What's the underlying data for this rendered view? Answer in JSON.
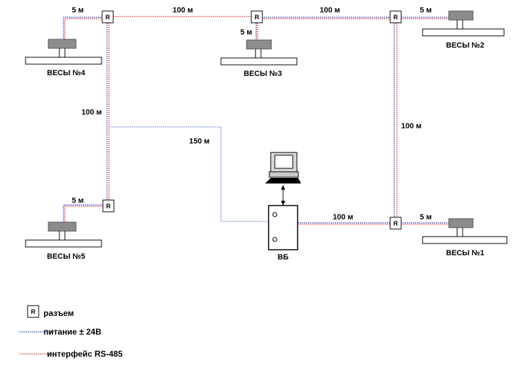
{
  "diagram": {
    "connector_letter": "R",
    "scales": {
      "s1": "ВЕСЫ №1",
      "s2": "ВЕСЫ №2",
      "s3": "ВЕСЫ №3",
      "s4": "ВЕСЫ №4",
      "s5": "ВЕСЫ №5"
    },
    "controller": "ВБ",
    "distances": {
      "top_left_stub": "5 м",
      "top_left_to_r3": "100 м",
      "r3_to_r2": "100 м",
      "r2_stub": "5 м",
      "r3_stub": "5 м",
      "left_vertical": "100 м",
      "branch_to_vb": "150 м",
      "right_vertical": "100 м",
      "vb_to_r1": "100 м",
      "r1_stub": "5 м",
      "r5_stub": "5 м"
    }
  },
  "legend": {
    "connector_letter": "R",
    "connector": "разъем",
    "power": "питание  ± 24В",
    "interface": "интерфейс RS-485"
  },
  "colors": {
    "power_line": "#1e3cc8",
    "interface_line": "#e0303a",
    "branch_line": "#6f8ad0",
    "scale_fill": "#8c8c8c"
  }
}
